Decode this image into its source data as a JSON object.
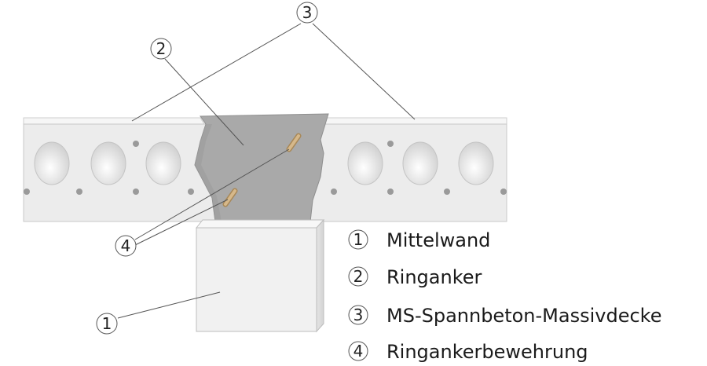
{
  "callouts": {
    "wall": "1",
    "ring_beam": "2",
    "slab": "3",
    "reinforcement": "4"
  },
  "legend": [
    {
      "number": "1",
      "label": "Mittelwand"
    },
    {
      "number": "2",
      "label": "Ringanker"
    },
    {
      "number": "3",
      "label": "MS-Spannbeton-Massivdecke"
    },
    {
      "number": "4",
      "label": "Ringankerbewehrung"
    }
  ],
  "colors": {
    "slab": "#ececec",
    "slab_top": "#f6f6f6",
    "void": "#d9d9d9",
    "ring_beam": "#a9a9a9",
    "wall": "#f1f1f1",
    "rebar": "#c8a878",
    "line": "#555555"
  }
}
